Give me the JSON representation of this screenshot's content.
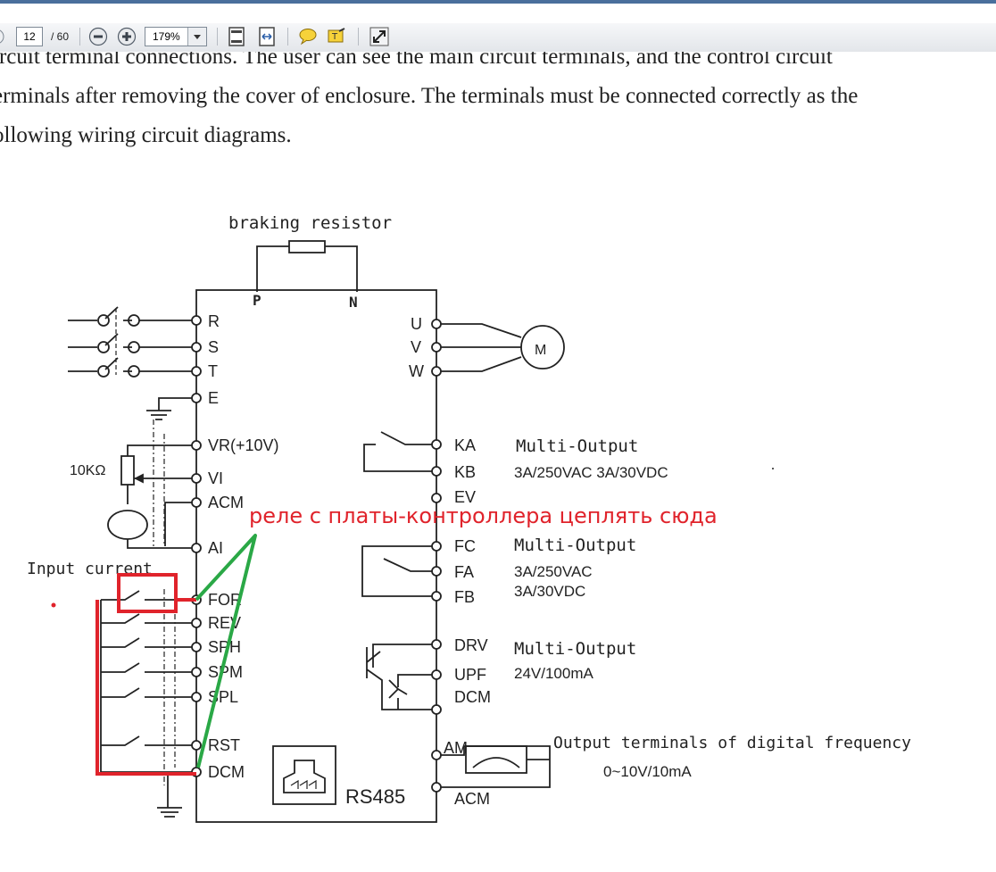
{
  "toolbar": {
    "page_current": "12",
    "page_total": "/ 60",
    "zoom": "179%"
  },
  "document": {
    "line1": "ircuit terminal connections. The user can see the main circuit terminals, and the control circuit",
    "line2": "erminals after removing the cover of enclosure. The terminals must be connected correctly as the",
    "line3": "ollowing wiring circuit diagrams."
  },
  "diagram": {
    "braking_resistor": "braking resistor",
    "p": "P",
    "n": "N",
    "left_terminals": {
      "r": "R",
      "s": "S",
      "t": "T",
      "e": "E",
      "vr": "VR(+10V)",
      "vi": "VI",
      "acm": "ACM",
      "ai": "AI",
      "for": "FOR",
      "rev": "REV",
      "sph": "SPH",
      "spm": "SPM",
      "spl": "SPL",
      "rst": "RST",
      "dcm": "DCM"
    },
    "right_terminals": {
      "u": "U",
      "v": "V",
      "w": "W",
      "ka": "KA",
      "kb": "KB",
      "ev": "EV",
      "fc": "FC",
      "fa": "FA",
      "fb": "FB",
      "drv": "DRV",
      "upf": "UPF",
      "dcm": "DCM",
      "am": "AM",
      "acm": "ACM"
    },
    "motor": "M",
    "pot": "10KΩ",
    "input_current": "Input current",
    "rs485": "RS485",
    "multi_output_1": "Multi-Output",
    "rating_1": "3A/250VAC 3A/30VDC",
    "multi_output_2": "Multi-Output",
    "rating_2a": "3A/250VAC",
    "rating_2b": "3A/30VDC",
    "multi_output_3": "Multi-Output",
    "rating_3": "24V/100mA",
    "output_terminals": "Output terminals of digital frequency",
    "output_range": "0~10V/10mA"
  },
  "annotation": {
    "text": "реле с платы-контроллера цеплять сюда",
    "color": "#e0232b",
    "arrow_color": "#2aa846"
  }
}
